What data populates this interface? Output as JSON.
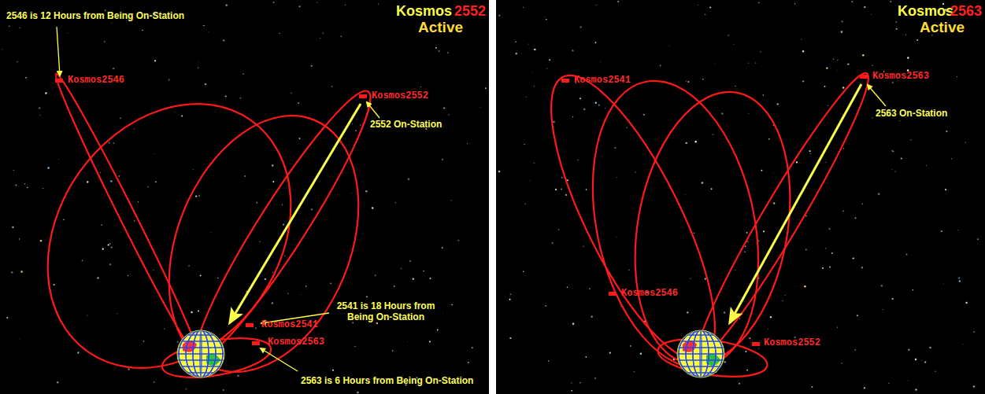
{
  "diagram": {
    "labels": [
      "Kosmos",
      "2552",
      "Active",
      "2546 is 12 Hours from Being On-Station",
      "Kosmos2546",
      "Kosmos2552",
      "2552 On-Station",
      "2541 is 18 Hours from Being On-Station",
      "Kosmos2541",
      "Kosmos2563",
      "2563 is 6 Hours from Being On-Station",
      "Kosmos",
      "2563",
      "Active",
      "Kosmos2541",
      "Kosmos2563",
      "2563 On-Station",
      "Kosmos2546",
      "Kosmos2552"
    ]
  }
}
